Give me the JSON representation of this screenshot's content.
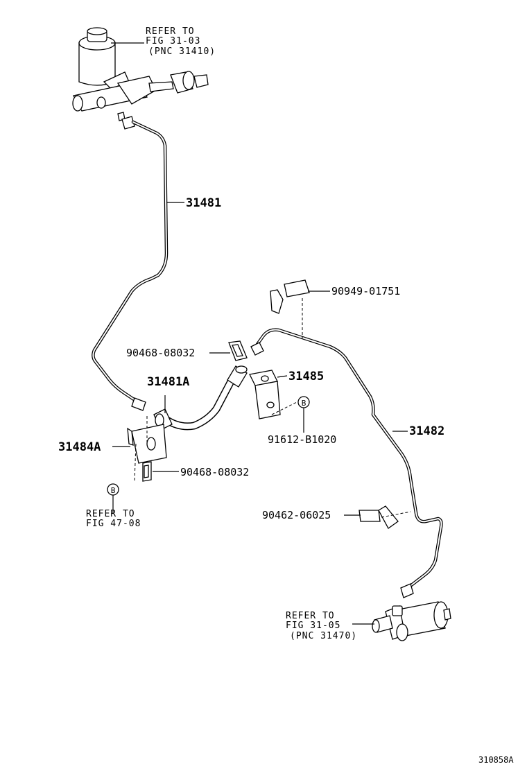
{
  "labels": {
    "master_ref": [
      "REFER TO",
      "FIG 31-03",
      "(PNC 31410)"
    ],
    "tube_31481": "31481",
    "clip_upper": "90949-01751",
    "clip_mid": "90468-08032",
    "hose": "31481A",
    "bracket_31485": "31485",
    "bracket_31484a": "31484A",
    "tube_31482": "31482",
    "bolt": "91612-B1020",
    "clip_low": "90468-08032",
    "marker_b": "B",
    "floor_ref": [
      "REFER TO",
      "FIG 47-08"
    ],
    "clamp": "90462-06025",
    "slave_ref": [
      "REFER TO",
      "FIG 31-05",
      "(PNC 31470)"
    ],
    "figure_code": "310858A"
  }
}
